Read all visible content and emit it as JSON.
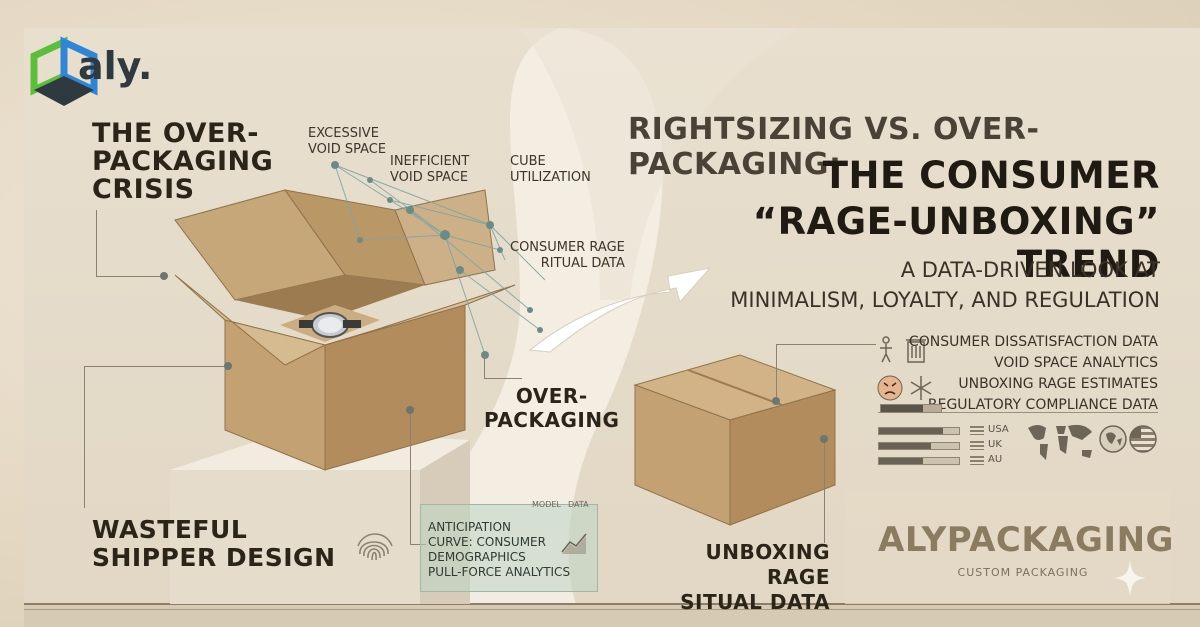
{
  "logo": {
    "text": "aly.",
    "colors": {
      "green": "#5bbf3a",
      "blue": "#2f86d6",
      "dark": "#2e3a40"
    }
  },
  "title": {
    "line1": "RIGHTSIZING VS. OVER-PACKAGING:",
    "line2": "THE CONSUMER",
    "line3": "“RAGE-UNBOXING” TREND",
    "sub1": "A DATA-DRIVEN LOOK AT",
    "sub2": "MINIMALISM, LOYALTY, AND REGULATION"
  },
  "left": {
    "crisis": [
      "THE OVER-",
      "PACKAGING",
      "CRISIS"
    ],
    "wasteful": [
      "WASTEFUL",
      "SHIPPER DESIGN"
    ]
  },
  "network_labels": {
    "excessive": [
      "EXCESSIVE",
      "VOID SPACE"
    ],
    "inefficient": [
      "INEFFICIENT",
      "VOID SPACE"
    ],
    "cube": [
      "CUBE",
      "UTILIZATION"
    ],
    "ritual": [
      "CONSUMER RAGE",
      "RITUAL DATA"
    ],
    "over": [
      "OVER-",
      "PACKAGING"
    ]
  },
  "anticipation": {
    "tag1": "MODEL",
    "tag2": "DATA",
    "lines": [
      "ANTICIPATION",
      "CURVE: CONSUMER",
      "DEMOGRAPHICS",
      "PULL-FORCE ANALYTICS"
    ]
  },
  "right_box_label": [
    "UNBOXING RAGE",
    "SITUAL DATA"
  ],
  "data_list": [
    "CONSUMER DISSATISFACTION DATA",
    "VOID SPACE ANALYTICS",
    "UNBOXING RAGE ESTIMATES",
    "REGULATORY COMPLIANCE DATA"
  ],
  "regions": [
    {
      "name": "USA",
      "level": 0.8
    },
    {
      "name": "UK",
      "level": 0.65
    },
    {
      "name": "AU",
      "level": 0.55
    }
  ],
  "brand": {
    "name": "ALYPACKAGING",
    "tagline": "CUSTOM PACKAGING"
  },
  "icons": [
    "recycle-person-icon",
    "trash-can-icon",
    "angry-face-icon",
    "burst-arrows-icon",
    "fingerprint-icon",
    "world-map-icon",
    "globe-icon",
    "us-flag-icon",
    "chart-icon",
    "sparkle-icon"
  ]
}
